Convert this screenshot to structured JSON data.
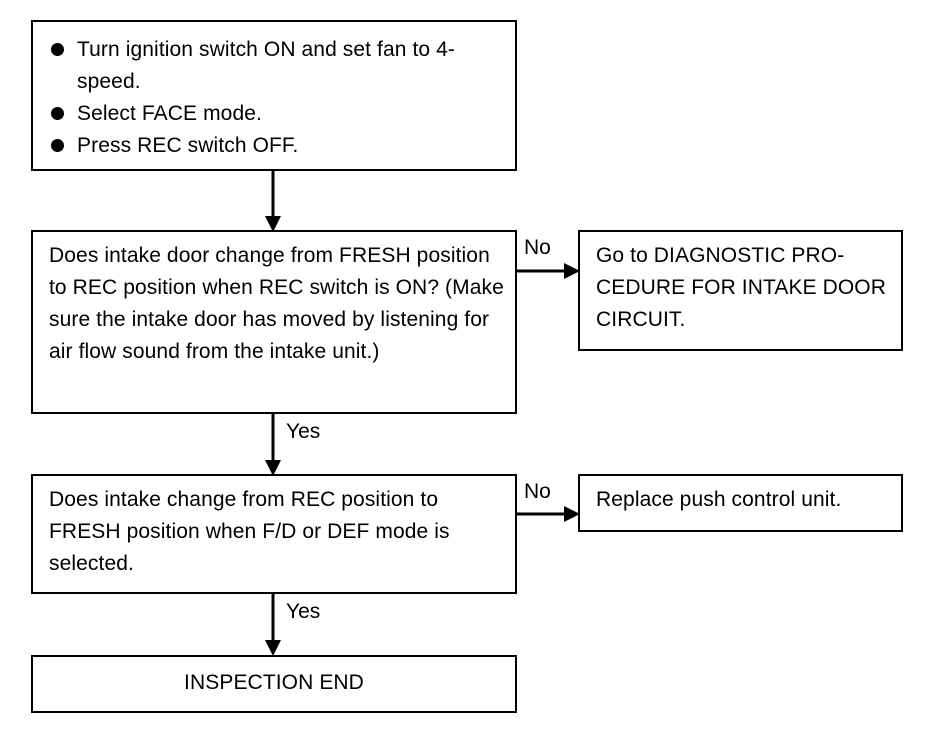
{
  "start_box": {
    "steps": [
      "Turn ignition switch ON and set fan to 4-speed.",
      "Select FACE mode.",
      "Press REC switch OFF."
    ]
  },
  "question1": {
    "text": "Does intake door change from FRESH position to REC position when REC switch is ON? (Make sure the intake door has moved by listening for air flow sound from the intake unit.)",
    "yes_label": "Yes",
    "no_label": "No"
  },
  "outcome1": {
    "text": "Go to DIAGNOSTIC PRO-CEDURE FOR INTAKE DOOR CIRCUIT."
  },
  "question2": {
    "text": "Does intake change from REC position to FRESH position when F/D or DEF mode is selected.",
    "yes_label": "Yes",
    "no_label": "No"
  },
  "outcome2": {
    "text": "Replace push control unit."
  },
  "end_box": {
    "text": "INSPECTION END"
  }
}
